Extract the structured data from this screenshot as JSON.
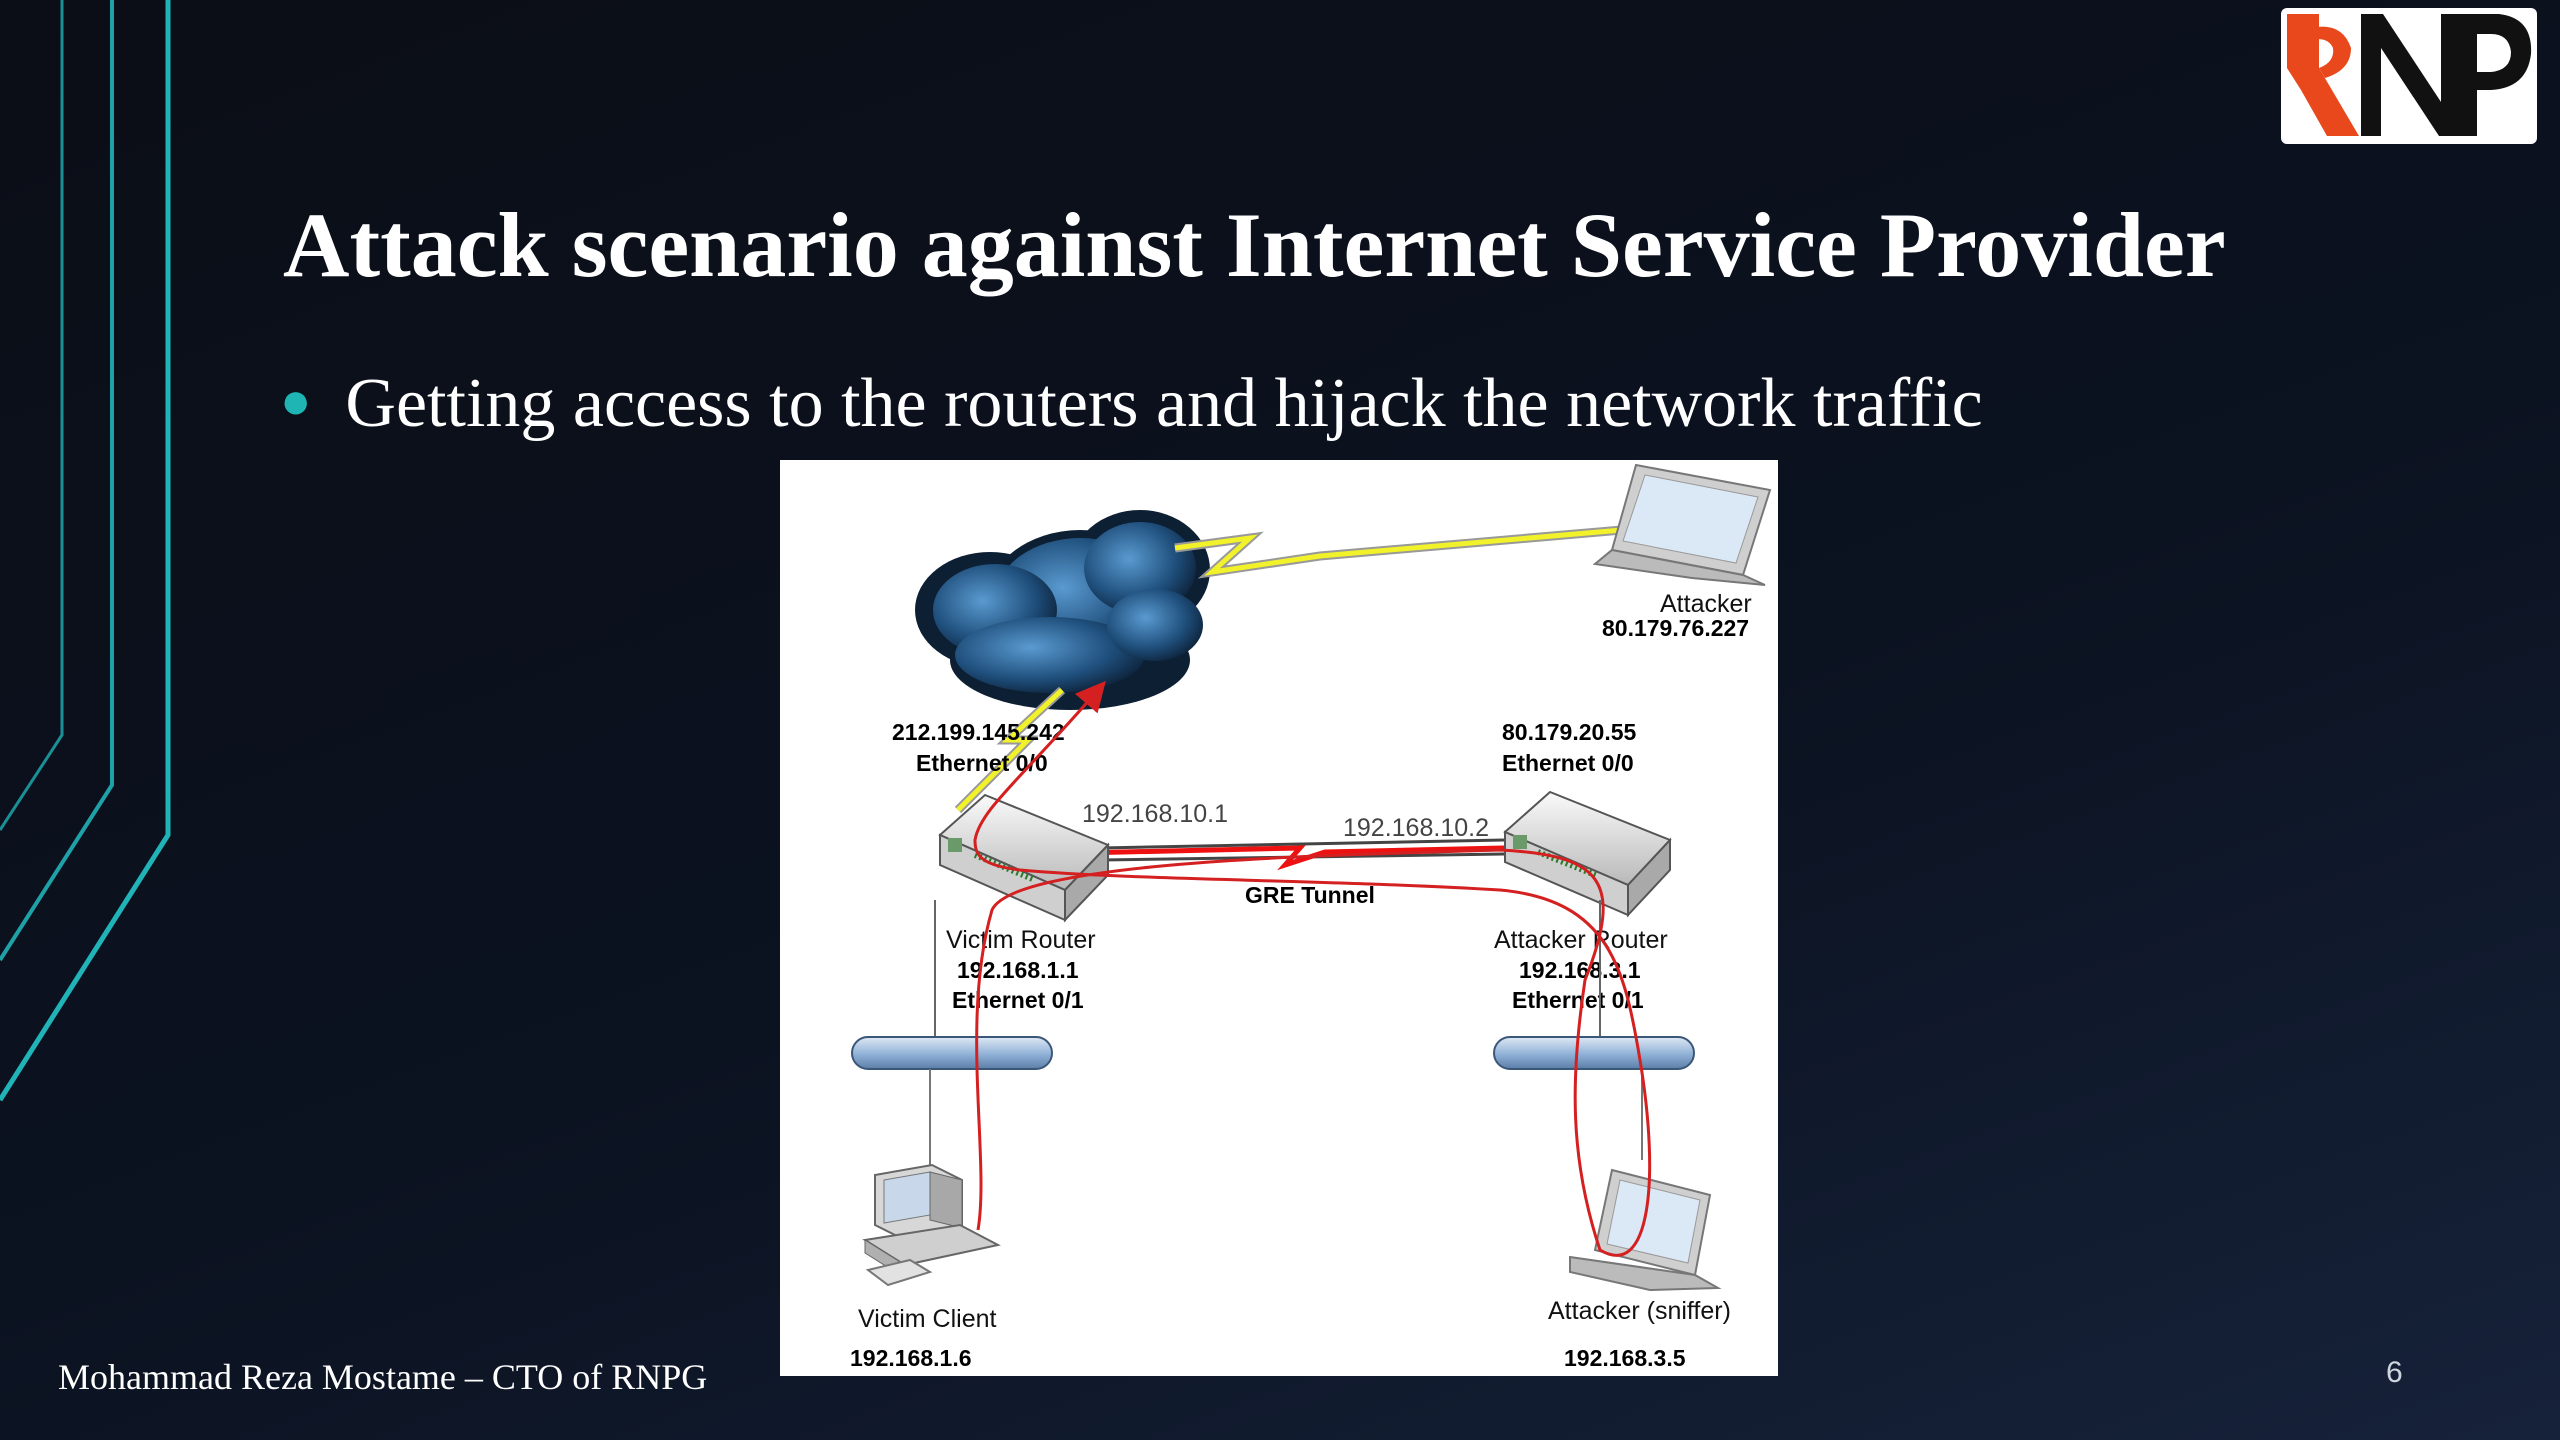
{
  "slide": {
    "title": "Attack scenario against Internet Service Provider",
    "bullet": "Getting access to the routers and hijack the network traffic",
    "footer": "Mohammad Reza Mostame – CTO of RNPG",
    "page_number": "6"
  },
  "logo": {
    "text": "RNP",
    "colors": {
      "accent": "#e8481c",
      "ink": "#111111"
    }
  },
  "diagram": {
    "attacker": {
      "name": "Attacker",
      "ip": "80.179.76.227"
    },
    "victim_router": {
      "wan_ip": "212.199.145.242",
      "wan_iface": "Ethernet 0/0",
      "tunnel_ip": "192.168.10.1",
      "name": "Victim Router",
      "lan_ip": "192.168.1.1",
      "lan_iface": "Ethernet 0/1"
    },
    "attacker_router": {
      "wan_ip": "80.179.20.55",
      "wan_iface": "Ethernet  0/0",
      "tunnel_ip": "192.168.10.2",
      "name": "Attacker Router",
      "lan_ip": "192.168.3.1",
      "lan_iface": "Ethernet 0/1"
    },
    "tunnel_label": "GRE Tunnel",
    "victim_client": {
      "name": "Victim Client",
      "ip": "192.168.1.6"
    },
    "attacker_sniffer": {
      "name": "Attacker (sniffer)",
      "ip": "192.168.3.5"
    }
  },
  "colors": {
    "accent_teal": "#1fb5b5",
    "path_red": "#d42020",
    "link_yellow": "#f2f22a"
  }
}
